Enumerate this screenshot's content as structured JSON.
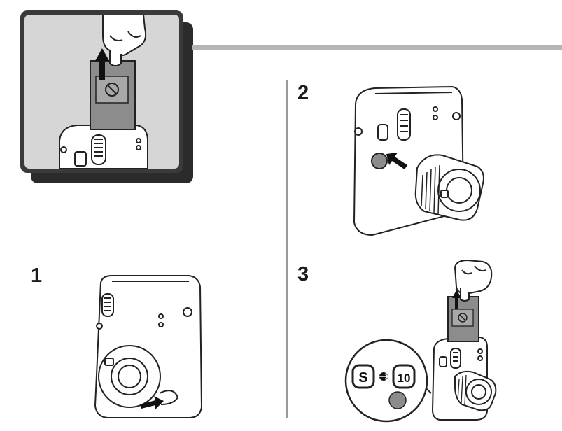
{
  "steps": {
    "one": "1",
    "two": "2",
    "three": "3"
  },
  "icons": {
    "no_entry": "prohibition-icon",
    "arrow": "arrow-icon",
    "hand": "hand-icon"
  },
  "callout": {
    "mode_from": "S",
    "mode_to": "10"
  },
  "colors": {
    "frame_dark": "#3a3a3a",
    "panel_gray": "#d6d6d6",
    "rule_gray": "#b5b5b5",
    "film_gray": "#8c8c8c",
    "ink": "#1c1c1c"
  }
}
